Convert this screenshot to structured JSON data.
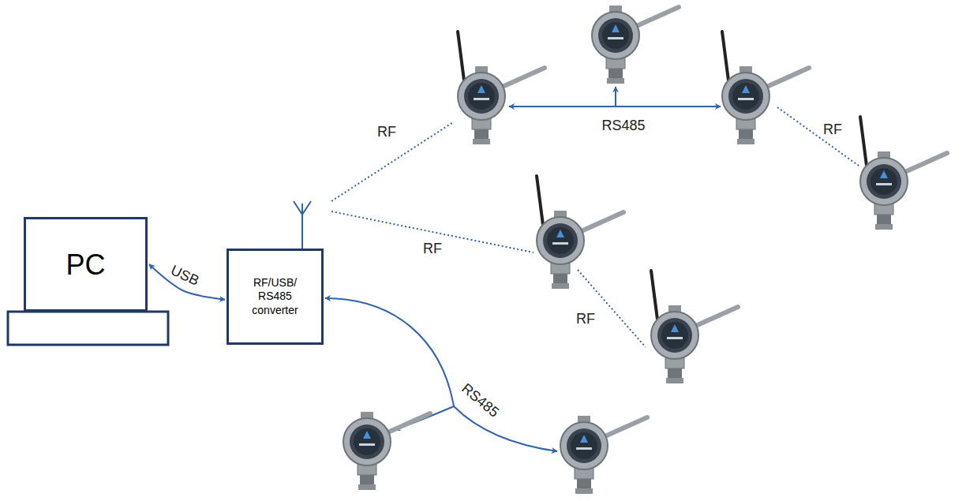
{
  "diagram": {
    "nodes": [
      {
        "text": [
          "PC"
        ]
      },
      {
        "text": [
          "RF/USB/ RS485 converter"
        ]
      }
    ],
    "edges": [
      {
        "from": 0,
        "to": 1,
        "arrow": "both",
        "label": "USB"
      }
    ],
    "labels": [
      "RF",
      "RS485",
      "RF",
      "RF",
      "RF",
      "RS485"
    ]
  }
}
